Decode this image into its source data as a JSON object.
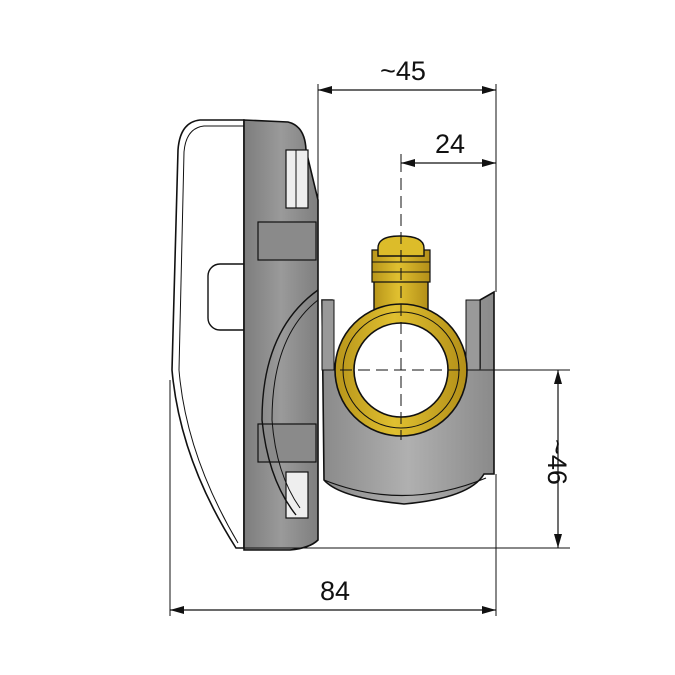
{
  "drawing": {
    "type": "technical side-view dimension drawing",
    "subject": "wall mounting bracket with brass pipe clamp",
    "units": "mm",
    "colors": {
      "housing_gray": "#8c8c8c",
      "housing_light": "#f5f5f5",
      "brass": "#d4b21f",
      "brass_dark": "#b8951a",
      "line": "#111111"
    }
  },
  "dimensions": {
    "top_overall": {
      "label": "~45",
      "orientation": "horizontal"
    },
    "top_pipe_offset": {
      "label": "24",
      "orientation": "horizontal"
    },
    "right_height": {
      "label": "~46",
      "orientation": "vertical"
    },
    "bottom_overall": {
      "label": "84",
      "orientation": "horizontal"
    }
  }
}
